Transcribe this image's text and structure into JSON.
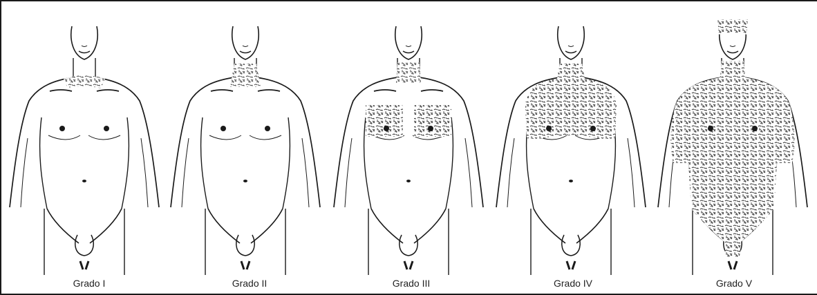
{
  "figures": [
    {
      "caption": "Grado I",
      "hair_regions": [
        "neck-base"
      ]
    },
    {
      "caption": "Grado II",
      "hair_regions": [
        "neck"
      ]
    },
    {
      "caption": "Grado III",
      "hair_regions": [
        "neck",
        "pectorals"
      ]
    },
    {
      "caption": "Grado IV",
      "hair_regions": [
        "neck",
        "chest"
      ]
    },
    {
      "caption": "Grado V",
      "hair_regions": [
        "head",
        "neck",
        "chest",
        "arms",
        "abdomen",
        "groin"
      ]
    }
  ],
  "colors": {
    "line": "#1a1a1a",
    "hair": "#2a2a2a",
    "background": "#ffffff"
  }
}
